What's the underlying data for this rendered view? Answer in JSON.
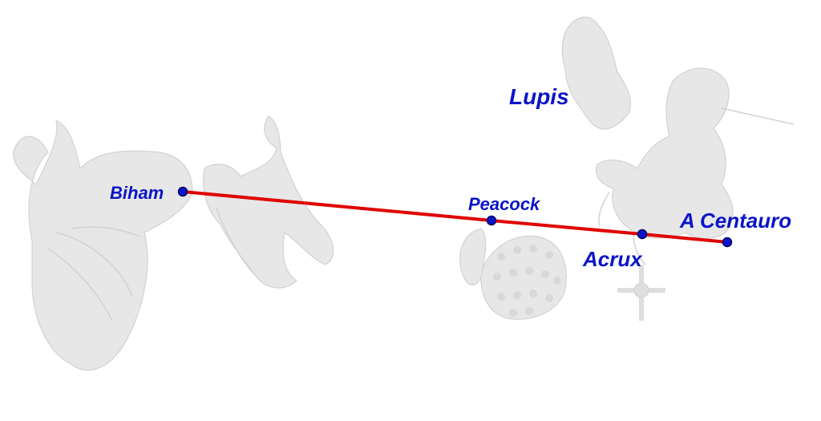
{
  "colors": {
    "line": "#e00000",
    "point": "#0a14c8",
    "point_stroke": "#000060",
    "label": "#0a14c8",
    "silhouette": "#e7e7e7"
  },
  "stars": [
    {
      "key": "biham",
      "label": "Biham"
    },
    {
      "key": "peacock",
      "label": "Peacock"
    },
    {
      "key": "acrux",
      "label": "Acrux"
    },
    {
      "key": "a_centauro",
      "label": "A Centauro"
    }
  ],
  "constellation_labels": {
    "lupis": "Lupis"
  },
  "figures": [
    {
      "key": "pegasus",
      "icon": "pegasus-figure-icon"
    },
    {
      "key": "aquarius",
      "icon": "aquarius-figure-icon"
    },
    {
      "key": "pavo",
      "icon": "peacock-figure-icon"
    },
    {
      "key": "lupus",
      "icon": "wolf-figure-icon"
    },
    {
      "key": "centaurus",
      "icon": "centaur-figure-icon"
    },
    {
      "key": "crux",
      "icon": "cross-figure-icon"
    }
  ]
}
